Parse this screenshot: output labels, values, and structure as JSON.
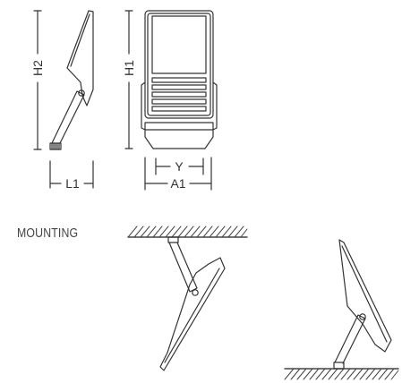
{
  "labels": {
    "h2": "H2",
    "h1": "H1",
    "l1": "L1",
    "y": "Y",
    "a1": "A1",
    "mounting": "MOUNTING"
  },
  "colors": {
    "line": "#333333",
    "hatch": "#444444"
  }
}
